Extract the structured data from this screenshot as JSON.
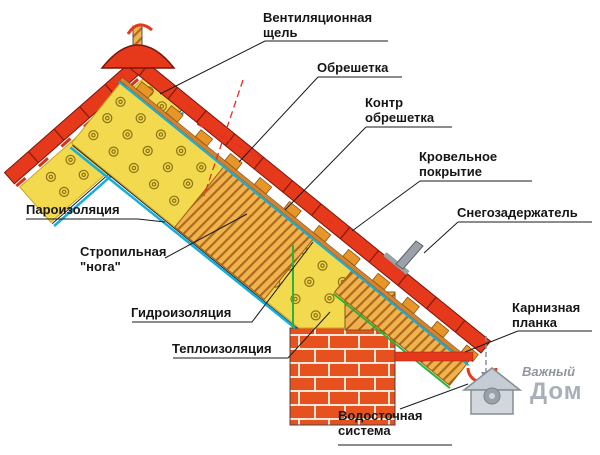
{
  "labels": {
    "vent_gap": "Вентиляционная щель",
    "lathing": "Обрешетка",
    "counter_lathing": "Контр обрешетка",
    "roof_covering": "Кровельное покрытие",
    "snow_guard": "Снегозадержатель",
    "vapor_barrier": "Пароизоляция",
    "rafter_leg": "Стропильная \"нога\"",
    "waterproofing": "Гидроизоляция",
    "thermal_insulation": "Теплоизоляция",
    "eaves_strip": "Карнизная планка",
    "drainage": "Водосточная система"
  },
  "logo": {
    "brand_top": "Важный",
    "brand_bottom": "Дом"
  },
  "colors": {
    "tile_red": "#e6391c",
    "insulation_yellow": "#f2d94e",
    "wood_orange": "#f0b44c",
    "membrane_cyan": "#12aede",
    "membrane_green": "#28b43c",
    "brick_orange": "#e6511e",
    "metal_grey": "#9aa1a8"
  }
}
